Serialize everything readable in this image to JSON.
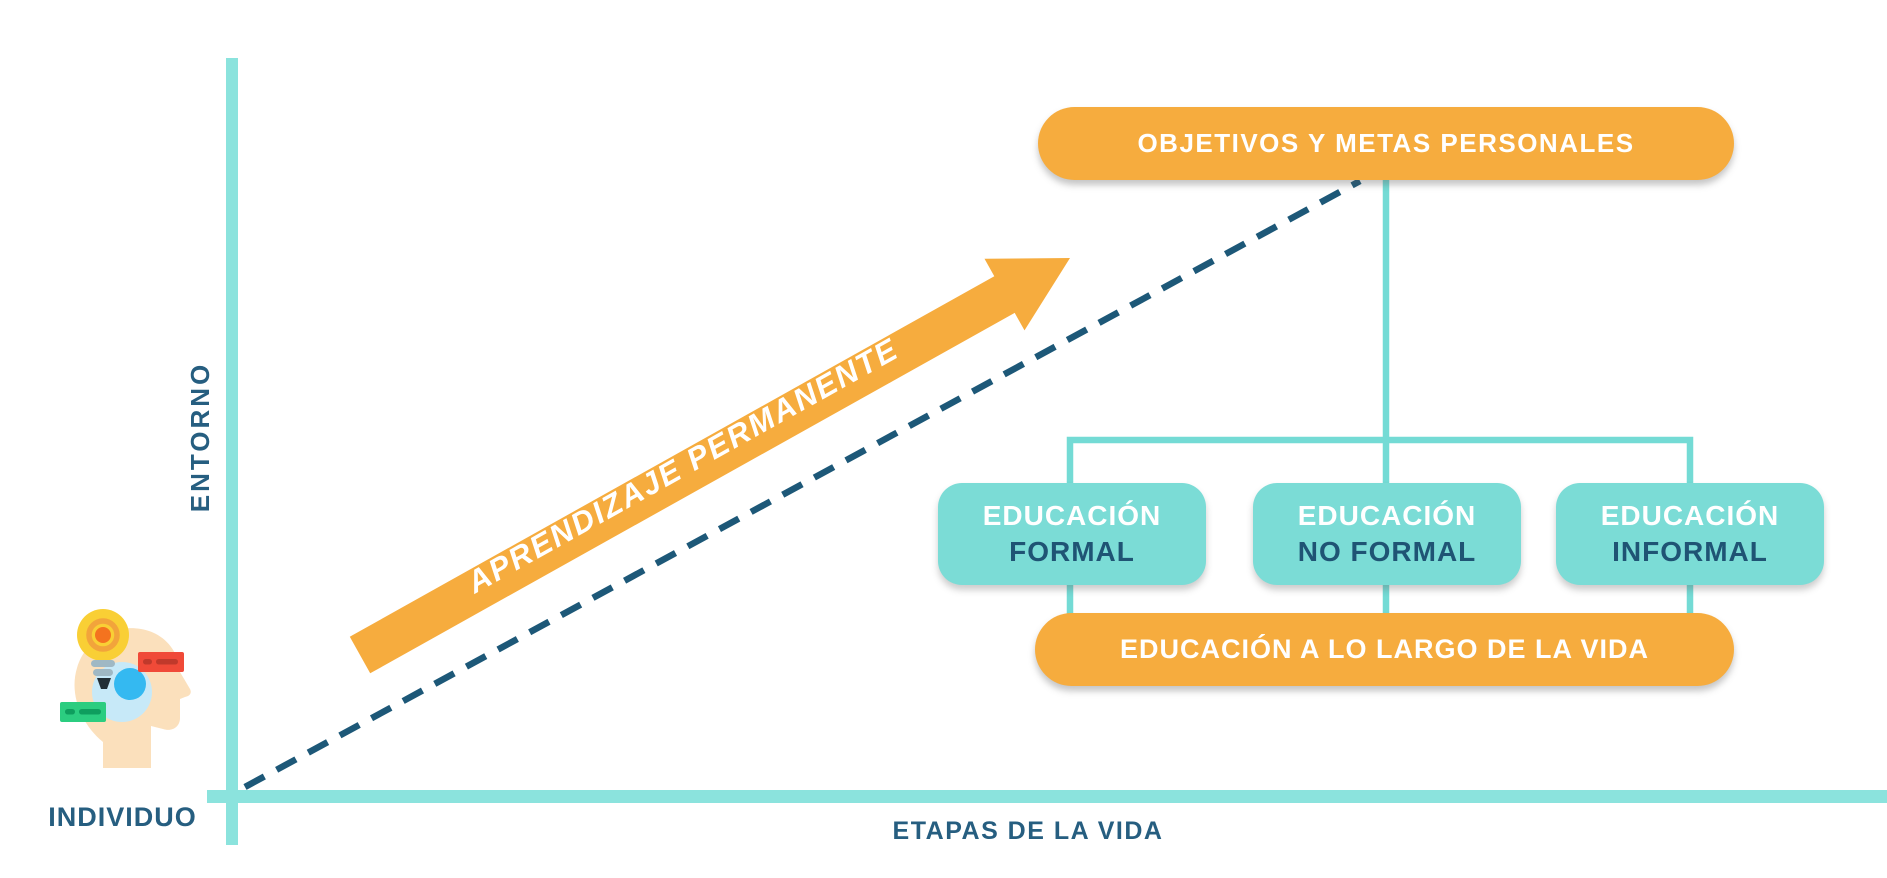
{
  "colors": {
    "orange": "#F6AC3E",
    "teal_box": "#7BDCD6",
    "teal_axis": "#8BE3DD",
    "teal_connector": "#74DBD5",
    "navy_text": "#265E80",
    "navy_box_text": "#1F5474",
    "dash_blue": "#1D5878",
    "white": "#FFFFFF"
  },
  "axes": {
    "y_axis_label": "ENTORNO",
    "x_axis_label": "ETAPAS DE LA VIDA",
    "origin_label": "INDIVIDUO"
  },
  "arrow": {
    "label": "APRENDIZAJE PERMANENTE"
  },
  "hierarchy": {
    "top_pill_label": "OBJETIVOS Y METAS PERSONALES",
    "education_boxes": [
      {
        "line1": "EDUCACIÓN",
        "line2": "FORMAL"
      },
      {
        "line1": "EDUCACIÓN",
        "line2": "NO FORMAL"
      },
      {
        "line1": "EDUCACIÓN",
        "line2": "INFORMAL"
      }
    ],
    "bottom_pill_label": "EDUCACIÓN A LO LARGO DE LA VIDA"
  },
  "icons": {
    "head": "head-idea-icon"
  }
}
